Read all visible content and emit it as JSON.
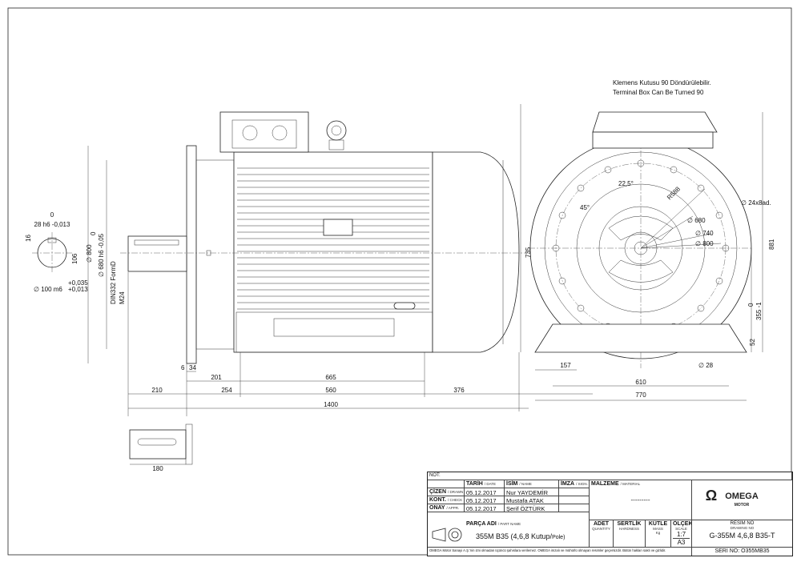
{
  "note": {
    "label": "NOT:"
  },
  "terminal_note": {
    "line1": "Klemens Kutusu 90 Döndürülebilir.",
    "line2": "Terminal Box Can Be Turned 90"
  },
  "dims": {
    "shaft_keyway": "28 h6 -0,013",
    "shaft_keyway_zero": "0",
    "key_16": "16",
    "key_106": "106",
    "shaft_dia": "∅ 100 m6",
    "shaft_tol_upper": "+0,035",
    "shaft_tol_lower": "+0,013",
    "d800": "∅ 800",
    "d680": "∅ 680 h6 -0,05",
    "d680_zero": "0",
    "din": "DIN332 FormD",
    "m24": "M24",
    "d6": "6",
    "d34": "34",
    "d201": "201",
    "d665": "665",
    "d210": "210",
    "d254": "254",
    "d560": "560",
    "d376": "376",
    "d1400": "1400",
    "d735": "735",
    "d180": "180",
    "a45": "45°",
    "a225": "22,5°",
    "r588": "R588",
    "e680": "∅ 680",
    "e740": "∅ 740",
    "e800": "∅ 800",
    "holes": "∅ 24x8ad.",
    "d881": "881",
    "d355": "355 -1",
    "d355_zero": "0",
    "d52": "52",
    "d157": "157",
    "d28": "∅ 28",
    "d610": "610",
    "d770": "770"
  },
  "title_block": {
    "col_date": "TARİH",
    "col_date_en": "/ DATE",
    "col_name": "İSİM",
    "col_name_en": "/ NAME",
    "col_sign": "İMZA",
    "col_sign_en": "/ SIGN.",
    "rows": [
      {
        "role": "ÇİZEN",
        "role_en": "/ DRAWN",
        "date": "05.12.2017",
        "name": "Nur YAYDEMİR"
      },
      {
        "role": "KONT.",
        "role_en": "/ CHECK",
        "date": "05.12.2017",
        "name": "Mustafa ATAK"
      },
      {
        "role": "ONAY",
        "role_en": "/ APPR.",
        "date": "05.12.2017",
        "name": "Şerif ÖZTÜRK"
      }
    ],
    "material_label": "MALZEME",
    "material_label_en": "/ MATERIAL",
    "material_value": "---------",
    "part_label": "PARÇA ADI",
    "part_label_en": "/ PART NAME",
    "part_value": "355M B35 (4,6,8 Kutup/",
    "part_value_small": "Pole)",
    "qty_label": "ADET",
    "qty_label_en": "QUANTITY",
    "hard_label": "SERTLİK",
    "hard_label_en": "HARDNESS",
    "mass_label": "KÜTLE",
    "mass_label_en": "MASS",
    "mass_unit": "Kg",
    "scale_label": "ÖLÇEK",
    "scale_label_en": "SCALE",
    "scale_value": "1:7",
    "sheet_size": "A3",
    "drawing_no_label": "RESİM NO",
    "drawing_no_label_en": "DRAWING NO",
    "drawing_no": "G-355M 4,6,8 B35-T",
    "serial": "SERİ NO: O355MB35",
    "footer": "OMEGA Motor Sanayi A.Ş.'nin izni olmadan üçüncü şahıslara verilemez. OMEGA imzalı ve mühürlü olmayan resimler geçersizdir. Bütün hakları saklı ve gizlidir.",
    "logo_text": "OMEGA",
    "logo_sub": "MOTOR"
  },
  "colors": {
    "line": "#222222",
    "paper": "#ffffff"
  }
}
